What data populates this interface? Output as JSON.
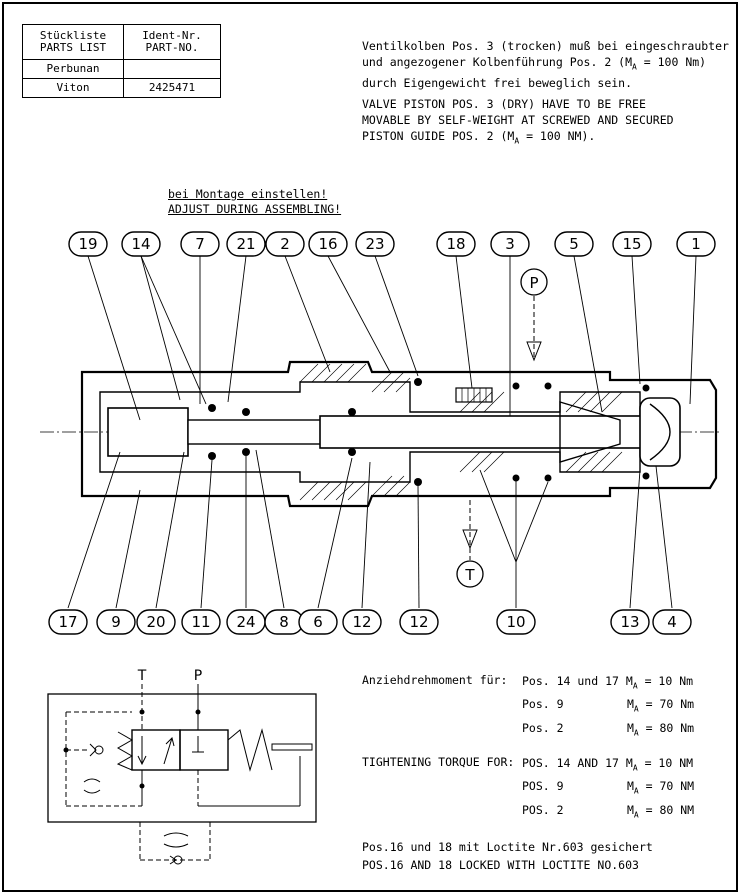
{
  "parts_list": {
    "header_de": "Stückliste",
    "header_en": "PARTS LIST",
    "ident_de": "Ident-Nr.",
    "ident_en": "PART-NO.",
    "rows": [
      {
        "material": "Perbunan",
        "part_no": ""
      },
      {
        "material": "Viton",
        "part_no": "2425471"
      }
    ]
  },
  "note_top_de": [
    "Ventilkolben Pos. 3 (trocken) muß bei eingeschraubter",
    "und angezogener Kolbenführung Pos. 2 (M",
    "durch Eigengewicht frei beweglich sein."
  ],
  "note_top_de_tail": " = 100 Nm)",
  "note_top_en": [
    "VALVE PISTON POS. 3 (DRY) HAVE TO BE FREE",
    "MOVABLE BY SELF-WEIGHT AT SCREWED AND SECURED",
    "PISTON GUIDE POS. 2 (M"
  ],
  "note_top_en_tail": " = 100 NM).",
  "subscript_a": "A",
  "assembly_note_de": "bei Montage einstellen!",
  "assembly_note_en": "ADJUST DURING ASSEMBLING!",
  "callouts_top": [
    "19",
    "14",
    "7",
    "21",
    "2",
    "16",
    "23",
    "18",
    "3",
    "5",
    "15",
    "1"
  ],
  "callouts_bottom": [
    "17",
    "9",
    "20",
    "11",
    "24",
    "8",
    "6",
    "12",
    "12",
    "10",
    "13",
    "4"
  ],
  "port_p": "P",
  "port_t": "T",
  "torque_de_label": "Anziehdrehmoment für:",
  "torque_en_label": "TIGHTENING TORQUE FOR:",
  "torque_de_rows": [
    {
      "pos": "Pos. 14 und 17",
      "value": "10 Nm"
    },
    {
      "pos": "Pos.  9",
      "value": "70 Nm"
    },
    {
      "pos": "Pos.  2",
      "value": "80 Nm"
    }
  ],
  "torque_en_rows": [
    {
      "pos": "POS. 14 AND 17",
      "value": "10 NM"
    },
    {
      "pos": "POS.  9",
      "value": "70 NM"
    },
    {
      "pos": "POS.  2",
      "value": "80 NM"
    }
  ],
  "torque_symbol": "M",
  "loctite_de": "Pos.16 und 18 mit Loctite Nr.603 gesichert",
  "loctite_en": "POS.16 AND 18 LOCKED WITH LOCTITE NO.603",
  "schematic_t": "T",
  "schematic_p": "P"
}
